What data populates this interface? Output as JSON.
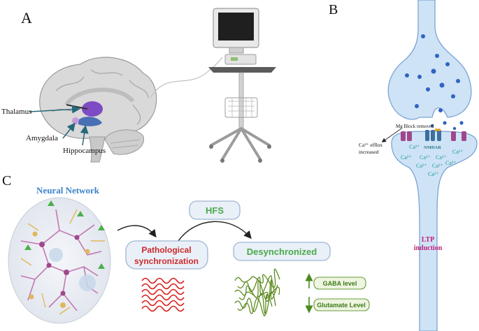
{
  "panels": {
    "a": {
      "letter": "A",
      "labels": {
        "thalamus": "Thalamus",
        "amygdala": "Amygdala",
        "hippocampus": "Hippocampus"
      }
    },
    "b": {
      "letter": "B",
      "mg_block": "Mg Block removed",
      "ca_efflux_line1": "Ca²⁺ efflux",
      "ca_efflux_line2": "increased",
      "nmdar": "NMDAR",
      "ca_ion": "Ca²⁺",
      "ltp_line1": "LTP",
      "ltp_line2": "induction"
    },
    "c": {
      "letter": "C",
      "neural_network": "Neural Network",
      "hfs": "HFS",
      "pathological_line1": "Pathological",
      "pathological_line2": "synchronization",
      "desynchronized": "Desynchronized",
      "gaba": "GABA level",
      "glutamate": "Glutamate Level"
    }
  },
  "colors": {
    "synapse_fill": "#cfe3f6",
    "synapse_stroke": "#7aa3d4",
    "vesicle": "#2f64c2",
    "receptor": "#a0478c",
    "ca_text": "#1a9a9a",
    "ltp": "#c0207a",
    "neural_title": "#3a84c9",
    "pathological": "#cc2a2a",
    "desync": "#4aa94a",
    "green_wave": "#5c8a1e",
    "red_wave": "#d81d1d",
    "brain_purple": "#7d4bc2",
    "arrow_teal": "#27687a"
  }
}
